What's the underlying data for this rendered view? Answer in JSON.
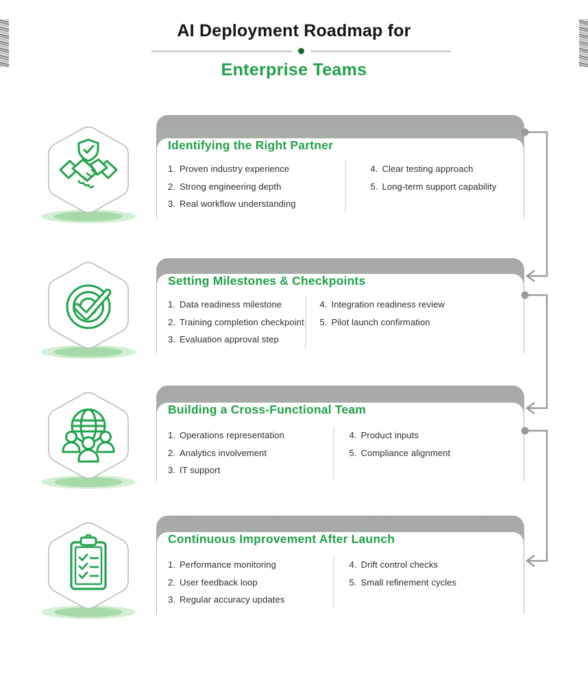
{
  "header": {
    "title_black": "AI Deployment Roadmap for",
    "title_green": "Enterprise Teams"
  },
  "colors": {
    "accent_green": "#21a148",
    "dark_green_dot": "#156b2e",
    "connector_gray": "#9b9b9b"
  },
  "sections": [
    {
      "icon": "shield-handshake-icon",
      "title": "Identifying the Right Partner",
      "left": [
        {
          "num": "1.",
          "text": "Proven industry experience"
        },
        {
          "num": "2.",
          "text": "Strong engineering depth"
        },
        {
          "num": "3.",
          "text": "Real workflow understanding"
        }
      ],
      "right": [
        {
          "num": "4.",
          "text": "Clear testing approach"
        },
        {
          "num": "5.",
          "text": "Long-term support capability"
        }
      ]
    },
    {
      "icon": "target-check-icon",
      "title": "Setting Milestones & Checkpoints",
      "left": [
        {
          "num": "1.",
          "text": "Data readiness milestone"
        },
        {
          "num": "2.",
          "text": "Training completion checkpoint"
        },
        {
          "num": "3.",
          "text": "Evaluation approval step"
        }
      ],
      "right": [
        {
          "num": "4.",
          "text": "Integration readiness review"
        },
        {
          "num": "5.",
          "text": "Pilot launch confirmation"
        }
      ]
    },
    {
      "icon": "globe-team-icon",
      "title": "Building a Cross-Functional Team",
      "left": [
        {
          "num": "1.",
          "text": "Operations representation"
        },
        {
          "num": "2.",
          "text": "Analytics involvement"
        },
        {
          "num": "3.",
          "text": "IT support"
        }
      ],
      "right": [
        {
          "num": "4.",
          "text": "Product inputs"
        },
        {
          "num": "5.",
          "text": "Compliance alignment"
        }
      ]
    },
    {
      "icon": "clipboard-checklist-icon",
      "title": "Continuous Improvement After Launch",
      "left": [
        {
          "num": "1.",
          "text": "Performance monitoring"
        },
        {
          "num": "2.",
          "text": "User feedback loop"
        },
        {
          "num": "3.",
          "text": "Regular accuracy updates"
        }
      ],
      "right": [
        {
          "num": "4.",
          "text": "Drift control checks"
        },
        {
          "num": "5.",
          "text": "Small refinement cycles"
        }
      ]
    }
  ]
}
